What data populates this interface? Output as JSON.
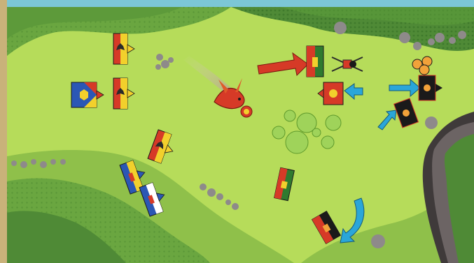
{
  "scene": {
    "kind": "battle-map",
    "terrain": {
      "palette": {
        "field_light": "#b6dc5a",
        "field_mid": "#8fc04a",
        "forest_dark": "#4f8a36",
        "forest_mid": "#6aa640",
        "cliff_dark": "#3f3a3a",
        "cliff_mid": "#6c6464",
        "frame": "#c9b27a",
        "sky_strip": "#7cc7d6"
      }
    },
    "factions": [
      {
        "name": "red-yellow",
        "colors": {
          "primary": "#d63a27",
          "secondary": "#f2d02c",
          "icon": "#2b2b2b"
        }
      },
      {
        "name": "blue-yellow",
        "colors": {
          "primary": "#2b57b5",
          "secondary": "#f2d02c",
          "icon": "#d63a27"
        }
      },
      {
        "name": "red-green",
        "colors": {
          "primary": "#d63a27",
          "secondary": "#2f7a2f",
          "icon": "#f2d02c"
        }
      },
      {
        "name": "black-red",
        "colors": {
          "primary": "#1a1a1a",
          "secondary": "#d63a27",
          "icon": "#f2a23a"
        }
      },
      {
        "name": "blue-white",
        "colors": {
          "primary": "#2b57b5",
          "secondary": "#ffffff",
          "icon": "#d63a27"
        }
      }
    ],
    "arrows": [
      {
        "name": "red-advance-arrow",
        "color": "#d63a27"
      },
      {
        "name": "blue-arrow-1",
        "color": "#2aa6d9"
      },
      {
        "name": "blue-arrow-2",
        "color": "#2aa6d9"
      },
      {
        "name": "blue-arrow-3",
        "color": "#2aa6d9"
      },
      {
        "name": "blue-arrow-curved",
        "color": "#2aa6d9"
      }
    ],
    "unit_icons": [
      "eagle-icon",
      "lion-icon",
      "figure-icon"
    ],
    "special_markers": [
      "dragon-icon",
      "chariot-icon",
      "explosion-icon",
      "hero-medallion-icon"
    ]
  }
}
